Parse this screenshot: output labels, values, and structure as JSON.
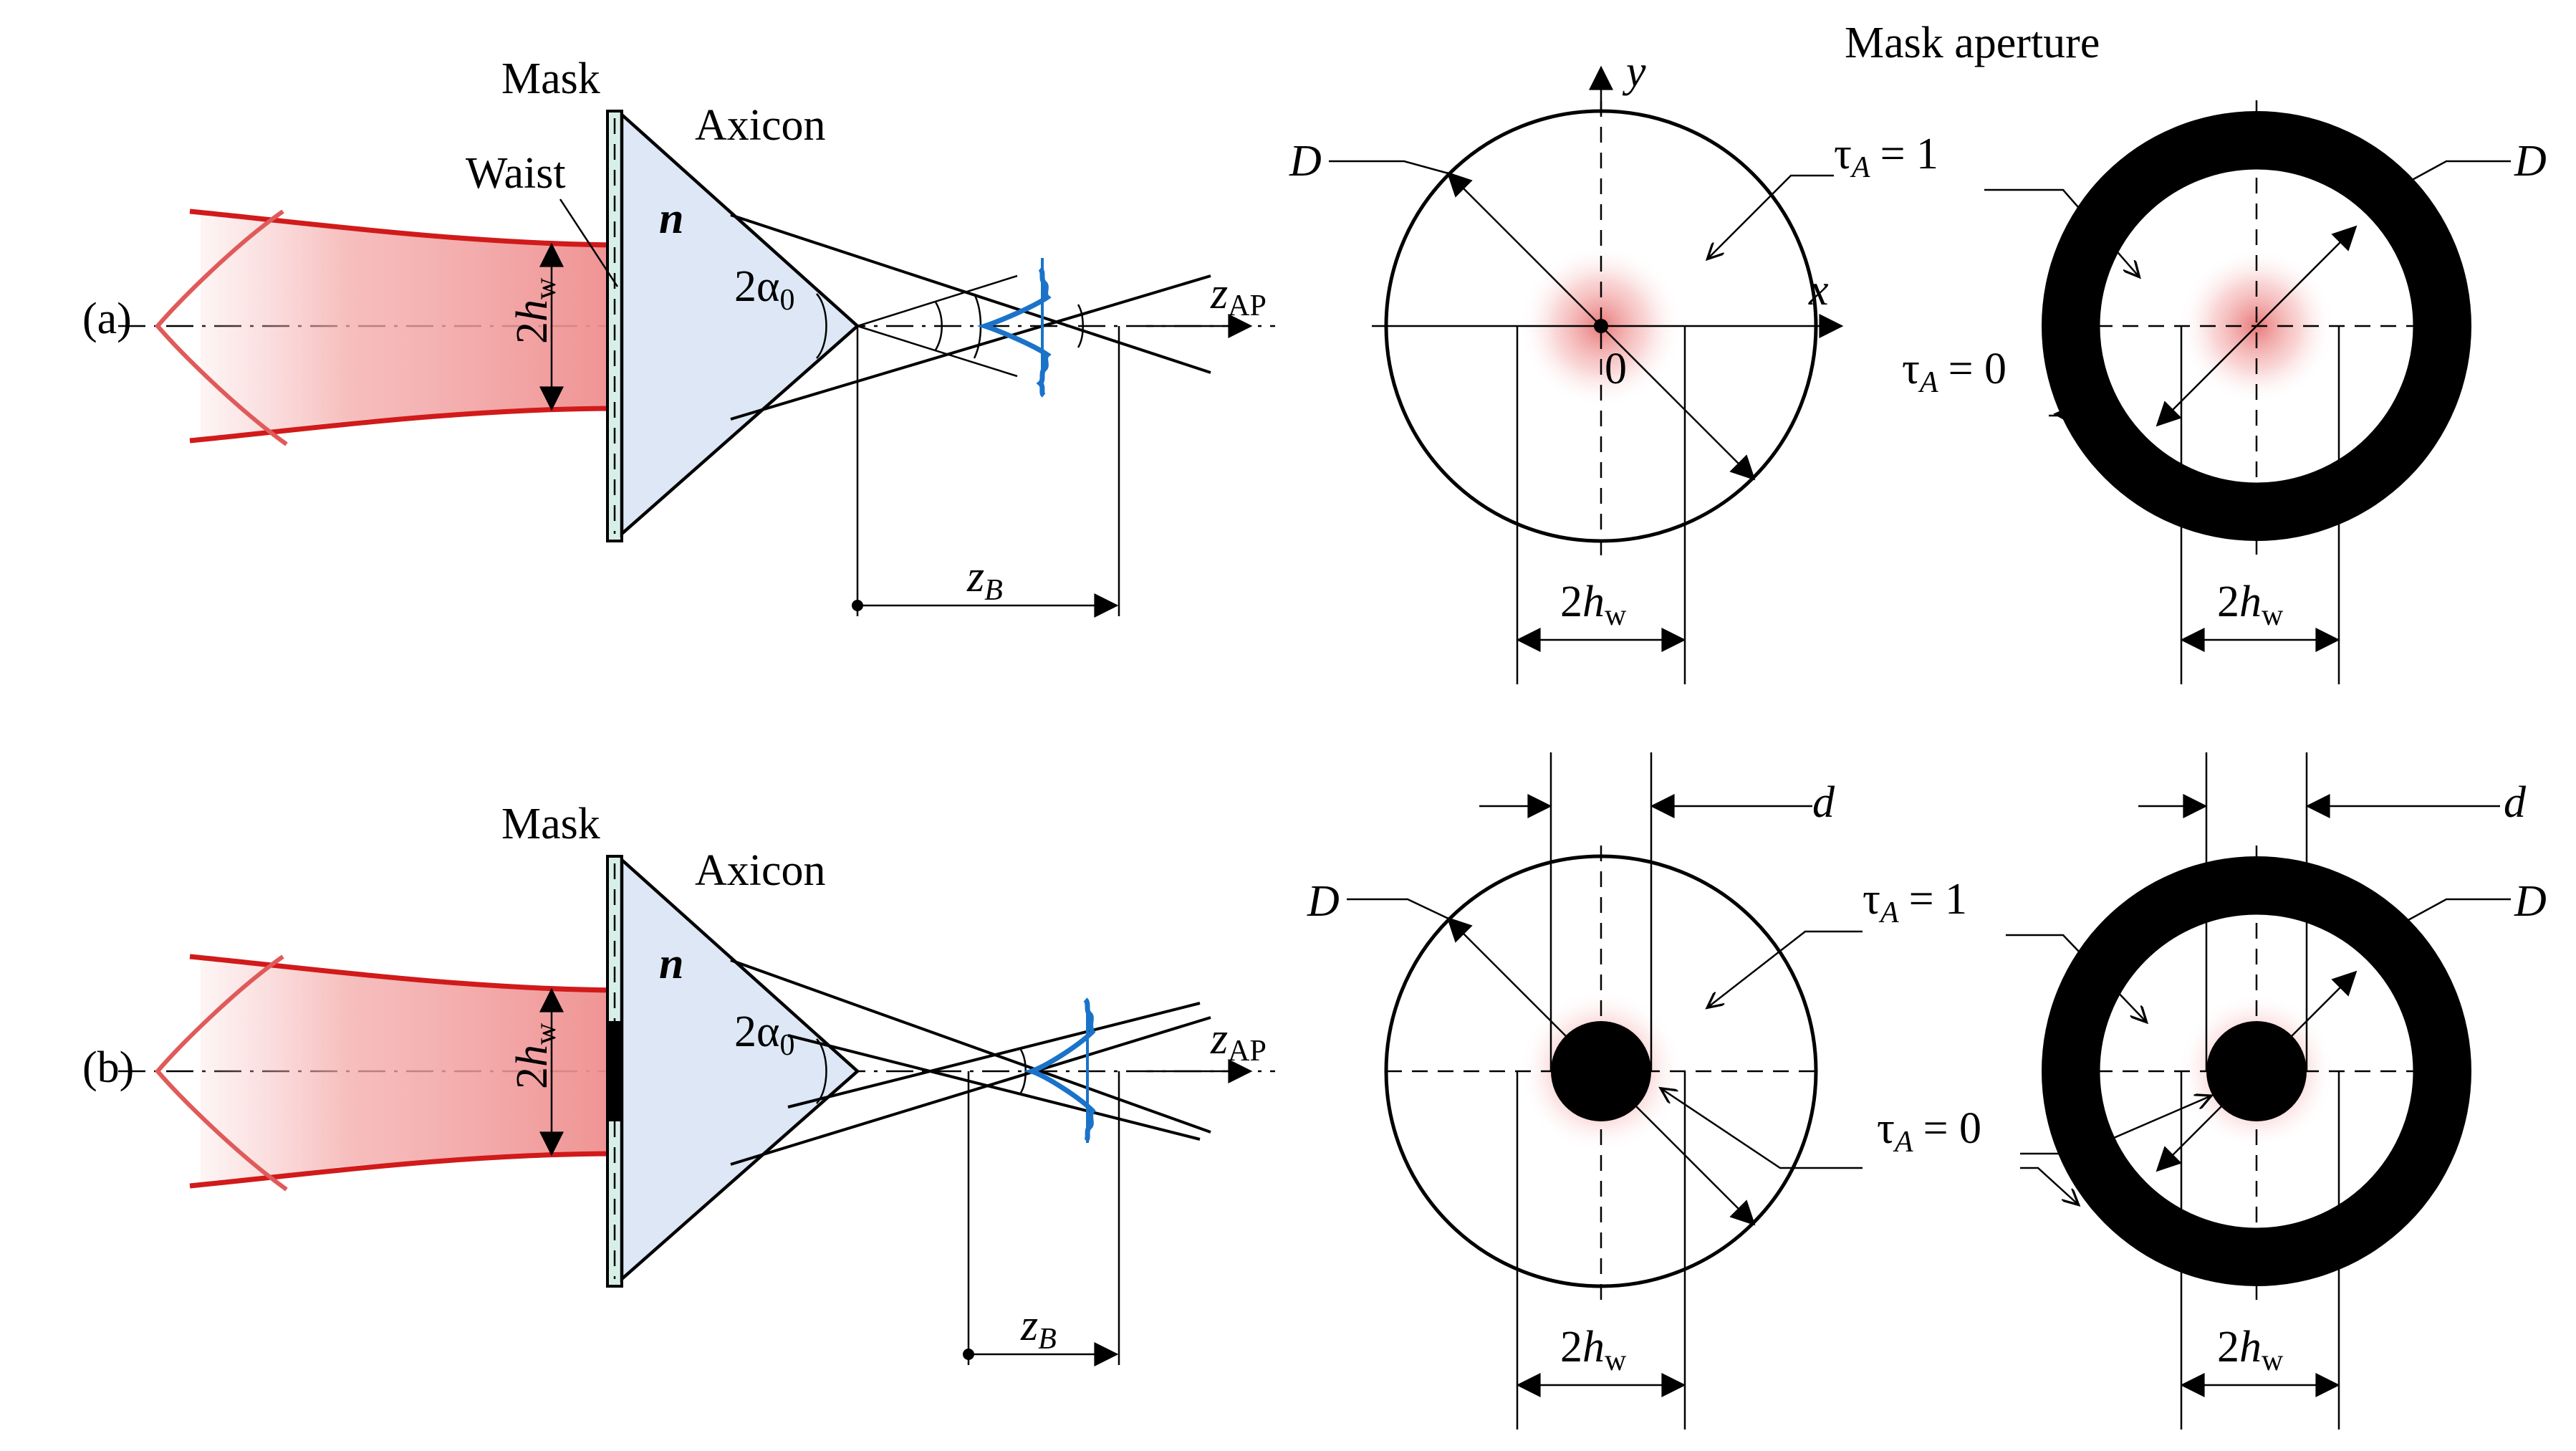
{
  "labels": {
    "mask": "Mask",
    "axicon": "Axicon",
    "waist": "Waist",
    "n": "n",
    "two": "2",
    "alpha": "α",
    "alpha_sub": "0",
    "h": "h",
    "w_sub": "w",
    "z": "z",
    "ap_sub": "AP",
    "b_sub": "B",
    "mask_aperture": "Mask aperture",
    "D": "D",
    "d": "d",
    "x": "x",
    "y": "y",
    "origin": "0",
    "tau": "τ",
    "tau_sub": "A",
    "eq_one": "= 1",
    "eq_zero": "= 0"
  },
  "panels": {
    "a": "(a)",
    "b": "(b)"
  },
  "colors": {
    "beam": "#d11a1a",
    "beam_fill": "#f6b9b9",
    "axicon_fill": "#dde7f5",
    "mask_fill": "#d8efe8",
    "bessel": "#1a73c9"
  }
}
